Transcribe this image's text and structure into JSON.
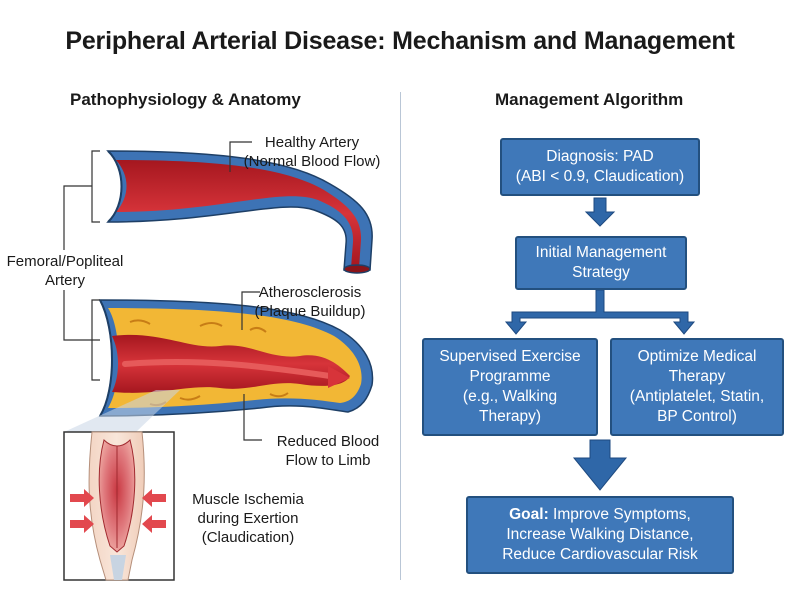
{
  "title": "Peripheral Arterial Disease: Mechanism and Management",
  "left_section": {
    "heading": "Pathophysiology & Anatomy",
    "healthy_label": [
      "Healthy Artery",
      "(Normal Blood Flow)"
    ],
    "artery_label": [
      "Femoral/Popliteal",
      "Artery"
    ],
    "athero_label": [
      "Atherosclerosis",
      "(Plaque Buildup)"
    ],
    "reduced_label": [
      "Reduced Blood",
      "Flow to Limb"
    ],
    "ischemia_label": [
      "Muscle Ischemia",
      "during Exertion",
      "(Claudication)"
    ]
  },
  "right_section": {
    "heading": "Management Algorithm",
    "diagnosis": [
      "Diagnosis: PAD",
      "(ABI < 0.9, Claudication)"
    ],
    "initial": [
      "Initial Management",
      "Strategy"
    ],
    "exercise": [
      "Supervised Exercise",
      "Programme",
      "(e.g., Walking",
      "Therapy)"
    ],
    "medical": [
      "Optimize Medical",
      "Therapy",
      "(Antiplatelet, Statin,",
      "BP Control)"
    ],
    "goal_prefix": "Goal:",
    "goal": [
      " Improve Symptoms,",
      "Increase Walking Distance,",
      "Reduce Cardiovascular Risk"
    ]
  },
  "colors": {
    "box_fill": "#3f78b9",
    "box_border": "#23507f",
    "arrow": "#2f67a8",
    "blood": "#c4242c",
    "plaque": "#f2b735",
    "vessel_wall": "#3d73b5"
  }
}
